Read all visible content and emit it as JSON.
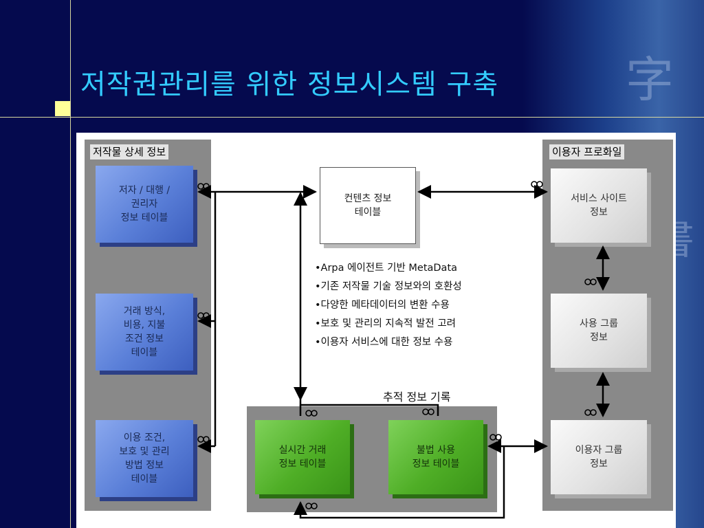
{
  "title": "저작권관리를 위한 정보시스템 구축",
  "diagram": {
    "left_panel": {
      "label": "저작물 상세 정보",
      "boxes": [
        "저자 / 대행 /\n권리자\n정보 테이블",
        "거래 방식,\n비용, 지불\n조건 정보\n테이블",
        "이용 조건,\n보호 및 관리\n방법 정보\n테이블"
      ]
    },
    "right_panel": {
      "label": "이용자 프로화일",
      "boxes": [
        "서비스 사이트\n정보",
        "사용 그룹\n정보",
        "이용자 그룹\n정보"
      ]
    },
    "content_table": "컨텐츠 정보\n테이블",
    "bullets": [
      "•Arpa 에이전트 기반 MetaData",
      "•기존 저작물 기술 정보와의 호환성",
      "•다양한 메타데이터의 변환 수용",
      "•보호 및 관리의 지속적 발전 고려",
      "•이용자 서비스에 대한 정보 수용"
    ],
    "tracking": {
      "label": "추적 정보 기록",
      "boxes": [
        "실시간 거래\n정보 테이블",
        "불법 사용\n정보 테이블"
      ]
    }
  },
  "colors": {
    "background": "#050a4e",
    "title": "#33ccff",
    "accent": "#ffff99",
    "blue_box": "#5a7fd8",
    "green_box": "#4fae26",
    "grey_box": "#e2e2e2"
  }
}
